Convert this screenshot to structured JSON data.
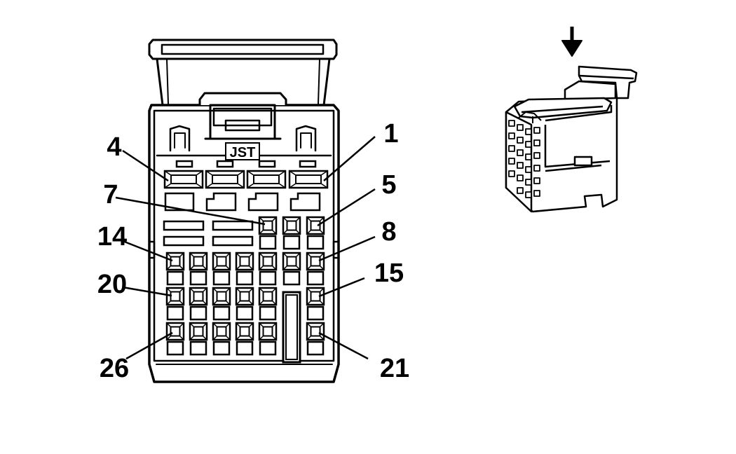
{
  "brand": "JST",
  "pin_callouts": [
    "1",
    "4",
    "5",
    "7",
    "8",
    "14",
    "15",
    "20",
    "21",
    "26"
  ],
  "colors": {
    "line": "#000000",
    "background": "#ffffff"
  },
  "view_indicator_icon": "arrow-down-icon"
}
